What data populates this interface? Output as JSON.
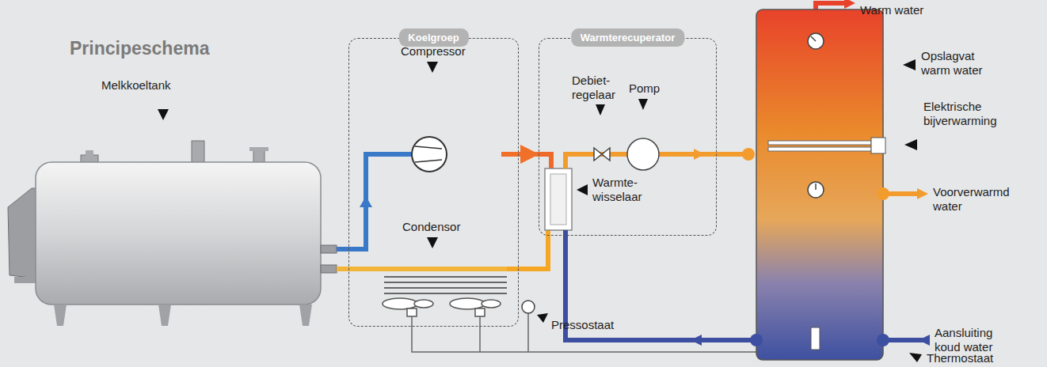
{
  "diagram": {
    "title": "Principeschema",
    "nodes": [
      {
        "text": [
          "Koelgroep"
        ]
      },
      {
        "text": [
          "Warmterecuperator"
        ]
      }
    ],
    "edges": [
      {
        "from": 0,
        "to": 1,
        "arrow": "to"
      }
    ],
    "labels": [
      "Melkkoeltank",
      "Compressor",
      "Condensor",
      "Debiet- regelaar",
      "Pomp",
      "Warmte- wisselaar",
      "Pressostaat",
      "Warm water",
      "Opslagvat warm water",
      "Elektrische bijverwarming",
      "Voorverwarmd water",
      "Aansluiting koud water",
      "Thermostaat"
    ]
  }
}
